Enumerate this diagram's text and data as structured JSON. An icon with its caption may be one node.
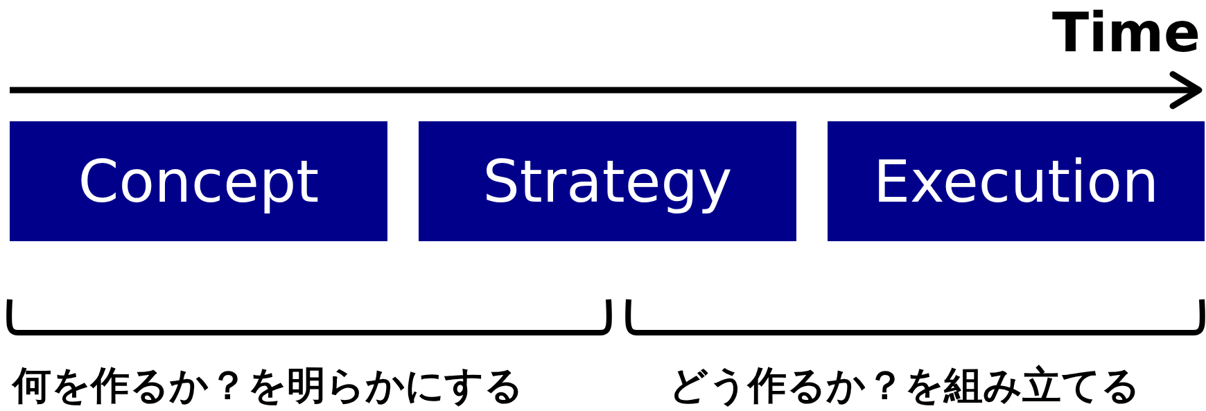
{
  "diagram": {
    "nodes": [
      {
        "text": [
          "Concept"
        ]
      },
      {
        "text": [
          "Strategy"
        ]
      },
      {
        "text": [
          "Execution"
        ]
      }
    ],
    "labels": [
      "Time",
      "何を作るか？を明らかにする",
      "どう作るか？を組み立てる"
    ]
  }
}
